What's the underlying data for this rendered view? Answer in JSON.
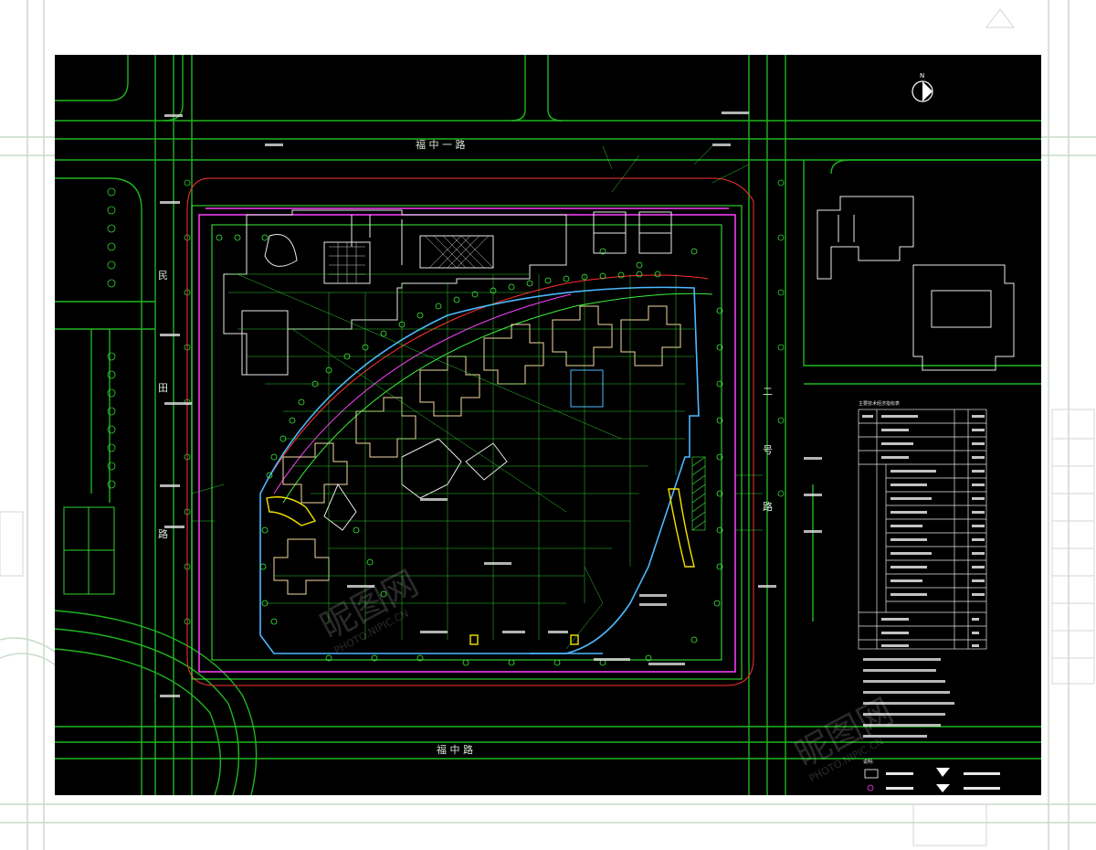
{
  "drawing": {
    "roads": {
      "north": "福 中 一 路",
      "south": "福 中 路",
      "west": [
        "民",
        "田",
        "路"
      ],
      "east": [
        "二",
        "号",
        "路"
      ]
    },
    "north_arrow": "N",
    "note_header": "说明:",
    "table_title": "主要技术经济指标表"
  },
  "watermark": {
    "logo": "昵图网",
    "url": "PHOTO.NIPIC.CN"
  },
  "colors": {
    "background": "#000000",
    "page": "#ffffff",
    "road_line": "#1fb51f",
    "building_outline": "#ffffff",
    "dimension": "#3cf03c",
    "redline": "#ff3030",
    "boundary": "#ff40ff",
    "basement": "#4db8ff",
    "highlight": "#f2e200",
    "tree": "#30d030"
  }
}
